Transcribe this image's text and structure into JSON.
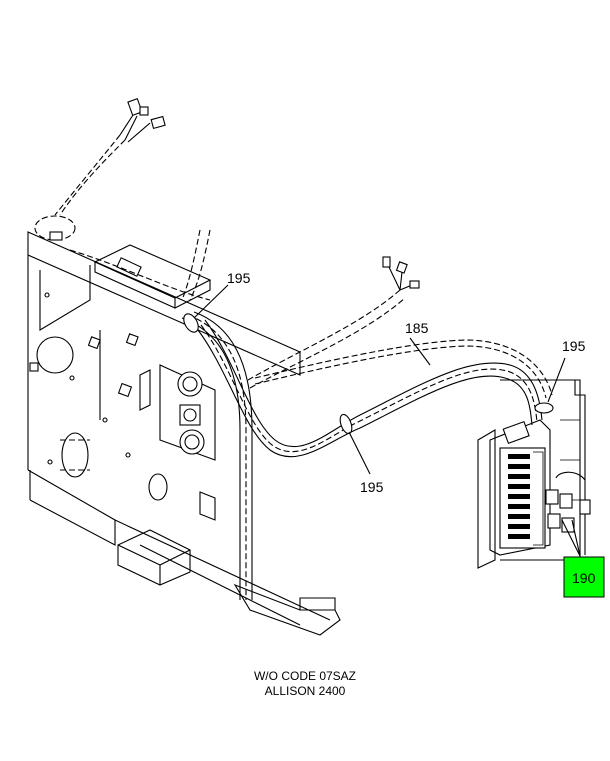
{
  "callouts": {
    "c195_top": "195",
    "c185": "185",
    "c195_right": "195",
    "c195_mid": "195",
    "c190": "190"
  },
  "caption": {
    "line1": "W/O CODE 07SAZ",
    "line2": "ALLISON 2400"
  },
  "colors": {
    "highlight": "#00ff00",
    "ink": "#000000",
    "background": "#ffffff"
  }
}
